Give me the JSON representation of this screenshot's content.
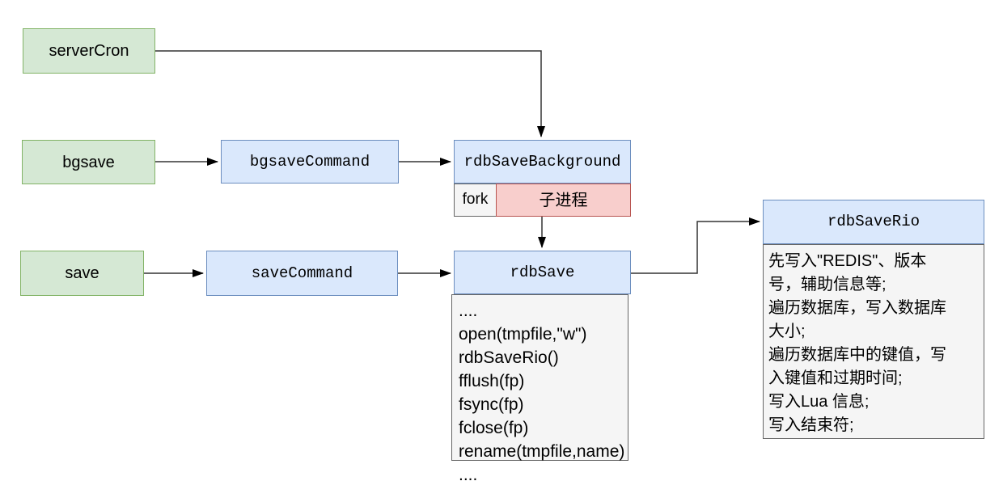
{
  "diagram": {
    "title_hint": "redis rdb save flow diagram",
    "nodes": {
      "servercron": {
        "label": "serverCron"
      },
      "bgsave": {
        "label": "bgsave"
      },
      "save": {
        "label": "save"
      },
      "bgsave_command": {
        "label": "bgsaveCommand"
      },
      "save_command": {
        "label": "saveCommand"
      },
      "rdb_save_background": {
        "label": "rdbSaveBackground",
        "fork_label": "fork",
        "child_label": "子进程"
      },
      "rdb_save": {
        "label": "rdbSave",
        "body_lines": [
          "....",
          "open(tmpfile,\"w\")",
          "rdbSaveRio()",
          "fflush(fp)",
          "fsync(fp)",
          "fclose(fp)",
          "rename(tmpfile,name)",
          "...."
        ]
      },
      "rdb_save_rio": {
        "label": "rdbSaveRio",
        "body_lines": [
          "先写入\"REDIS\"、版本",
          "号，辅助信息等;",
          "遍历数据库，写入数据库",
          "大小;",
          "遍历数据库中的键值，写",
          "入键值和过期时间;",
          "写入Lua 信息;",
          "写入结束符;"
        ]
      }
    },
    "edges": [
      {
        "from": "serverCron",
        "to": "rdbSaveBackground"
      },
      {
        "from": "bgsave",
        "to": "bgsaveCommand"
      },
      {
        "from": "bgsaveCommand",
        "to": "rdbSaveBackground"
      },
      {
        "from": "子进程",
        "to": "rdbSave"
      },
      {
        "from": "save",
        "to": "saveCommand"
      },
      {
        "from": "saveCommand",
        "to": "rdbSave"
      },
      {
        "from": "rdbSave",
        "to": "rdbSaveRio"
      }
    ],
    "colors": {
      "green_fill": "#d5e8d4",
      "green_border": "#82b366",
      "blue_fill": "#dae8fc",
      "blue_border": "#6c8ebf",
      "red_fill": "#f8cecc",
      "red_border": "#b85450",
      "gray_fill": "#f5f5f5",
      "gray_border": "#666666",
      "edge_line": "#333333",
      "arrowhead": "#000000",
      "background": "#ffffff"
    }
  }
}
